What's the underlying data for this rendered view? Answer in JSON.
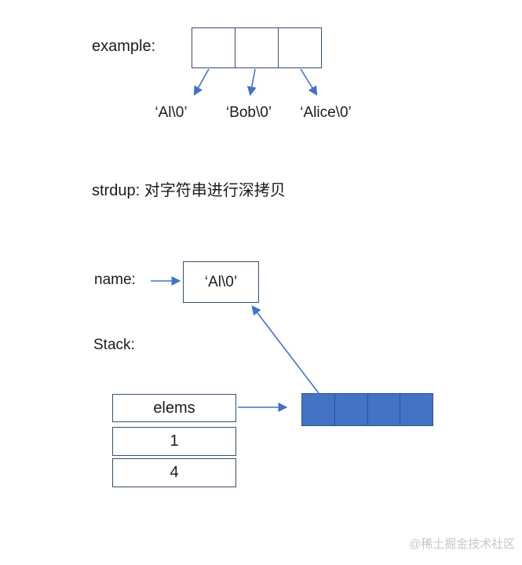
{
  "colors": {
    "outline": "#35506e",
    "arrow": "#4472c4",
    "cell-fill": "#4472c4",
    "cell-border": "#2f528f",
    "text": "#1c1c1c",
    "watermark": "#c6c6c6"
  },
  "example": {
    "label": "example:",
    "array_cells": 3,
    "strings": [
      "‘Al\\0’",
      "‘Bob\\0’",
      "‘Alice\\0’"
    ]
  },
  "strdup_note": "strdup: 对字符串进行深拷贝",
  "name_section": {
    "label": "name:",
    "value": "‘Al\\0’"
  },
  "stack_section": {
    "label": "Stack:",
    "rows": [
      "elems",
      "1",
      "4"
    ],
    "array_cells": 4
  },
  "watermark": "@稀土掘金技术社区"
}
